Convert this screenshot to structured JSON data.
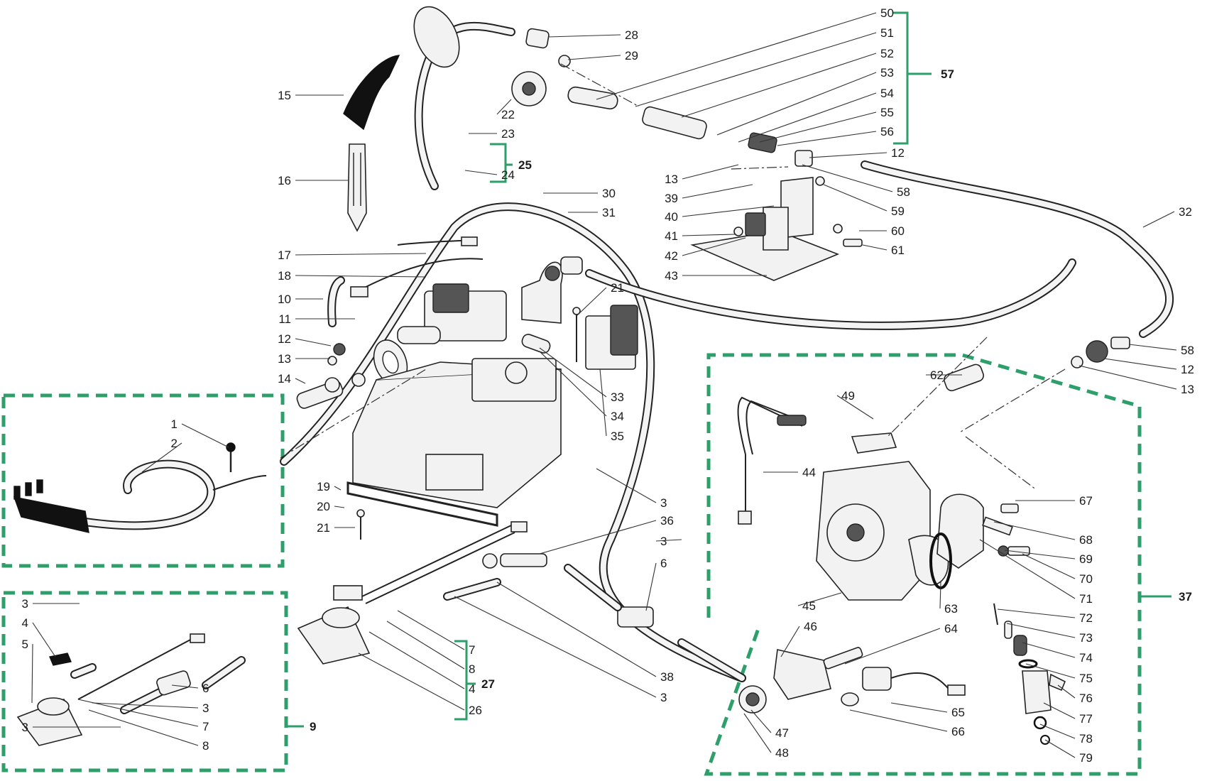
{
  "colors": {
    "group_box": "#2e9e6a",
    "ink": "#222222"
  },
  "callouts": [
    {
      "t": "1"
    },
    {
      "t": "2"
    },
    {
      "t": "3"
    },
    {
      "t": "4"
    },
    {
      "t": "5"
    },
    {
      "t": "3"
    },
    {
      "t": "6"
    },
    {
      "t": "3"
    },
    {
      "t": "7"
    },
    {
      "t": "8"
    },
    {
      "t": "10"
    },
    {
      "t": "11"
    },
    {
      "t": "12"
    },
    {
      "t": "13"
    },
    {
      "t": "14"
    },
    {
      "t": "15"
    },
    {
      "t": "16"
    },
    {
      "t": "17"
    },
    {
      "t": "18"
    },
    {
      "t": "19"
    },
    {
      "t": "20"
    },
    {
      "t": "21"
    },
    {
      "t": "22"
    },
    {
      "t": "23"
    },
    {
      "t": "24"
    },
    {
      "t": "28"
    },
    {
      "t": "29"
    },
    {
      "t": "30"
    },
    {
      "t": "31"
    },
    {
      "t": "21"
    },
    {
      "t": "33"
    },
    {
      "t": "34"
    },
    {
      "t": "35"
    },
    {
      "t": "3"
    },
    {
      "t": "36"
    },
    {
      "t": "3"
    },
    {
      "t": "6"
    },
    {
      "t": "7"
    },
    {
      "t": "8"
    },
    {
      "t": "4"
    },
    {
      "t": "26"
    },
    {
      "t": "38"
    },
    {
      "t": "3"
    },
    {
      "t": "50"
    },
    {
      "t": "51"
    },
    {
      "t": "52"
    },
    {
      "t": "53"
    },
    {
      "t": "54"
    },
    {
      "t": "55"
    },
    {
      "t": "56"
    },
    {
      "t": "12"
    },
    {
      "t": "13"
    },
    {
      "t": "58"
    },
    {
      "t": "39"
    },
    {
      "t": "59"
    },
    {
      "t": "40"
    },
    {
      "t": "60"
    },
    {
      "t": "41"
    },
    {
      "t": "61"
    },
    {
      "t": "42"
    },
    {
      "t": "43"
    },
    {
      "t": "32"
    },
    {
      "t": "58"
    },
    {
      "t": "12"
    },
    {
      "t": "13"
    },
    {
      "t": "62"
    },
    {
      "t": "49"
    },
    {
      "t": "44"
    },
    {
      "t": "67"
    },
    {
      "t": "68"
    },
    {
      "t": "69"
    },
    {
      "t": "70"
    },
    {
      "t": "71"
    },
    {
      "t": "72"
    },
    {
      "t": "73"
    },
    {
      "t": "74"
    },
    {
      "t": "75"
    },
    {
      "t": "76"
    },
    {
      "t": "77"
    },
    {
      "t": "78"
    },
    {
      "t": "79"
    },
    {
      "t": "45"
    },
    {
      "t": "63"
    },
    {
      "t": "46"
    },
    {
      "t": "64"
    },
    {
      "t": "65"
    },
    {
      "t": "66"
    },
    {
      "t": "47"
    },
    {
      "t": "48"
    }
  ],
  "groups": [
    {
      "t": "57"
    },
    {
      "t": "25"
    },
    {
      "t": "27"
    },
    {
      "t": "9"
    },
    {
      "t": "37"
    }
  ]
}
